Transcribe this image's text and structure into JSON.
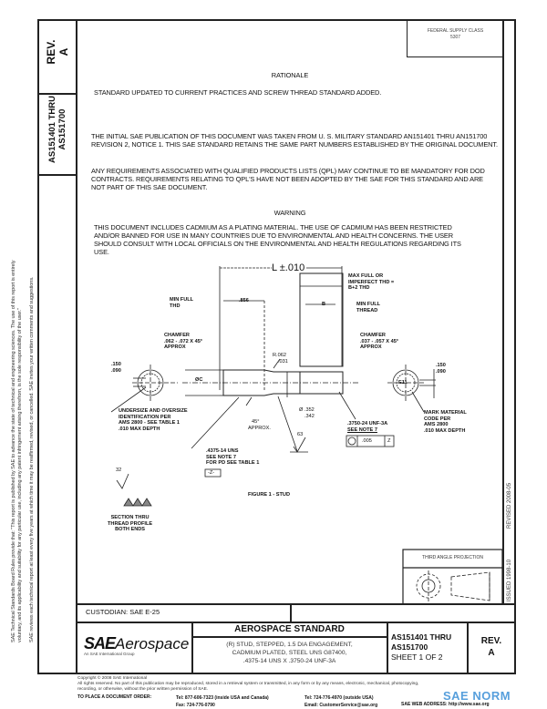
{
  "side_column": {
    "rev_label": "REV.",
    "rev_value": "A",
    "doc_number_line1": "AS151401 THRU",
    "doc_number_line2": "AS151700"
  },
  "left_margin": {
    "line1": "SAE Technical Standards Board Rules provide that: \"This report is published by SAE to advance the state of technical and engineering sciences. The use of this report is entirely",
    "line2": "voluntary, and its applicability and suitability for any particular use, including any patent infringement arising therefrom, is the sole responsibility of the user.\"",
    "line3": "SAE reviews each technical report at least every five years at which time it may be reaffirmed, revised, or cancelled. SAE invites your written comments and suggestions."
  },
  "right_strip": {
    "issued": "ISSUED 1998-10",
    "revised": "REVISED 2008-05"
  },
  "federal_supply": {
    "label": "FEDERAL SUPPLY CLASS",
    "value": "5307"
  },
  "rationale": {
    "heading": "RATIONALE",
    "text": "STANDARD UPDATED TO CURRENT PRACTICES AND SCREW THREAD STANDARD ADDED."
  },
  "paragraphs": [
    "THE INITIAL SAE PUBLICATION OF THIS DOCUMENT WAS TAKEN FROM U. S. MILITARY STANDARD AN151401 THRU AN151700 REVISION 2, NOTICE 1. THIS SAE STANDARD RETAINS THE SAME PART NUMBERS ESTABLISHED BY THE ORIGINAL DOCUMENT.",
    "ANY REQUIREMENTS ASSOCIATED WITH QUALIFIED PRODUCTS LISTS (QPL) MAY CONTINUE TO BE MANDATORY FOR DOD CONTRACTS. REQUIREMENTS RELATING TO QPL'S HAVE NOT BEEN ADOPTED BY THE SAE FOR THIS STANDARD AND ARE NOT PART OF THIS SAE DOCUMENT."
  ],
  "warning": {
    "heading": "WARNING",
    "text": "THIS DOCUMENT INCLUDES CADMIUM AS A PLATING MATERIAL. THE USE OF CADMIUM HAS BEEN RESTRICTED AND/OR BANNED FOR USE IN MANY COUNTRIES DUE TO ENVIRONMENTAL AND HEALTH CONCERNS. THE USER SHOULD CONSULT WITH LOCAL OFFICIALS ON THE ENVIRONMENTAL AND HEALTH REGULATIONS REGARDING ITS USE."
  },
  "drawing": {
    "length": "L ±.010",
    "max_full": "MAX FULL OR",
    "imperfect": "IMPERFECT THD =",
    "b2thd": "B+2 THD",
    "min_full_thd_1": "MIN FULL",
    "min_full_thd_2": "THD",
    "dim_856": ".856",
    "dim_b": "B",
    "min_full_thread_1": "MIN FULL",
    "min_full_thread_2": "THREAD",
    "chamfer_l_1": "CHAMFER",
    "chamfer_l_2": ".062 - .072 X 45°",
    "chamfer_l_3": "APPROX",
    "chamfer_r_1": "CHAMFER",
    "chamfer_r_2": ".037 - .057 X 45°",
    "chamfer_r_3": "APPROX",
    "r_top": "R.062",
    "r_bot": ".031",
    "dia_c": "ØC",
    "left_dim_1": ".150",
    "left_dim_2": ".090",
    "right_dim_1": ".150",
    "right_dim_2": ".090",
    "mark_code": "E11",
    "undersize_1": "UNDERSIZE AND OVERSIZE",
    "undersize_2": "IDENTIFICATION PER",
    "undersize_3": "AMS 2800 - SEE TABLE 1",
    "undersize_4": ".010 MAX DEPTH",
    "angle_1": "45°",
    "angle_2": "APPROX.",
    "dia_352": "Ø .352",
    "dia_342": ".342",
    "thread_r_1": ".3750-24 UNF-3A",
    "thread_r_2": "SEE NOTE 7",
    "tolerance": ".005",
    "datum": "Z",
    "finish_63": "63",
    "mark_1": "MARK MATERIAL",
    "mark_2": "CODE PER",
    "mark_3": "AMS 2800",
    "mark_4": ".010 MAX DEPTH",
    "thread_l_1": ".4375-14 UNS",
    "thread_l_2": "SEE NOTE 7",
    "thread_l_3": "FOR PD SEE TABLE 1",
    "datum_box": "-Z-",
    "finish_32": "32",
    "section_1": "SECTION THRU",
    "section_2": "THREAD PROFILE",
    "section_3": "BOTH ENDS",
    "figure_caption": "FIGURE 1 - STUD"
  },
  "projection": {
    "label": "THIRD ANGLE PROJECTION"
  },
  "custodian": "CUSTODIAN: SAE E-25",
  "title_block": {
    "logo_bold": "SAE",
    "logo_light": "Aerospace",
    "logo_sub": "An SAE International Group",
    "heading": "AEROSPACE STANDARD",
    "desc_1": "(R) STUD, STEPPED, 1.5 DIA ENGAGEMENT,",
    "desc_2": "CADMIUM PLATED, STEEL UNS G87400,",
    "desc_3": ".4375-14 UNS X .3750-24 UNF-3A",
    "number_1": "AS151401 THRU",
    "number_2": "AS151700",
    "sheet": "SHEET 1 OF 2",
    "rev_label": "REV.",
    "rev_value": "A"
  },
  "footer": {
    "copyright": "Copyright © 2008 SAE International",
    "rights_1": "All rights reserved. No part of this publication may be reproduced, stored in a retrieval system or transmitted, in any form or by any means, electronic, mechanical, photocopying,",
    "rights_2": "recording, or otherwise, without the prior written permission of SAE.",
    "order_label": "TO PLACE A DOCUMENT ORDER:",
    "tel_us": "Tel: 877-606-7323 (inside USA and Canada)",
    "fax": "Fax: 724-776-0790",
    "tel_intl": "Tel: 724-776-4970 (outside USA)",
    "email": "Email: CustomerService@sae.org",
    "web": "SAE WEB ADDRESS: http://www.sae.org"
  },
  "watermark": {
    "text": "SAE NORM",
    "color": "#3a8fd6"
  }
}
